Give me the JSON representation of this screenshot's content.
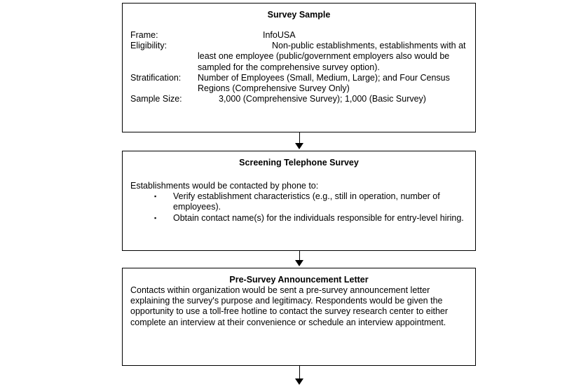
{
  "diagram": {
    "type": "flowchart",
    "orientation": "vertical",
    "accent_color": "#000000",
    "background_color": "#ffffff",
    "boxes": [
      {
        "id": "survey-sample",
        "title": "Survey Sample",
        "rows": [
          {
            "term": "Frame:",
            "value": "InfoUSA"
          },
          {
            "term": "Eligibility:",
            "value": "Non-public establishments, establishments with at least one employee (public/government employers also would be sampled for the comprehensive survey option)."
          },
          {
            "term": "Stratification:",
            "value": "Number of Employees (Small, Medium, Large); and Four Census Regions (Comprehensive Survey Only)"
          },
          {
            "term": "Sample Size:",
            "value": "3,000 (Comprehensive Survey); 1,000 (Basic Survey)"
          }
        ]
      },
      {
        "id": "screening",
        "title": "Screening Telephone Survey",
        "intro": "Establishments would be contacted by phone to:",
        "bullet_marker": "▪",
        "bullets": [
          "Verify establishment characteristics (e.g., still in operation, number of employees).",
          "Obtain contact name(s) for the individuals responsible for entry-level hiring."
        ]
      },
      {
        "id": "presurvey",
        "title": "Pre-Survey Announcement Letter",
        "paragraph": "Contacts within organization would be sent a pre-survey announcement letter explaining the survey's purpose and legitimacy.  Respondents would be given the opportunity to use a toll-free hotline to contact the survey research center to either complete an interview at their convenience or schedule an interview appointment."
      }
    ],
    "connectors": [
      {
        "id": "connector-1",
        "from": "survey-sample",
        "to": "screening"
      },
      {
        "id": "connector-2",
        "from": "screening",
        "to": "presurvey"
      },
      {
        "id": "connector-3",
        "from": "presurvey",
        "to": "next-step-offscreen"
      }
    ]
  }
}
